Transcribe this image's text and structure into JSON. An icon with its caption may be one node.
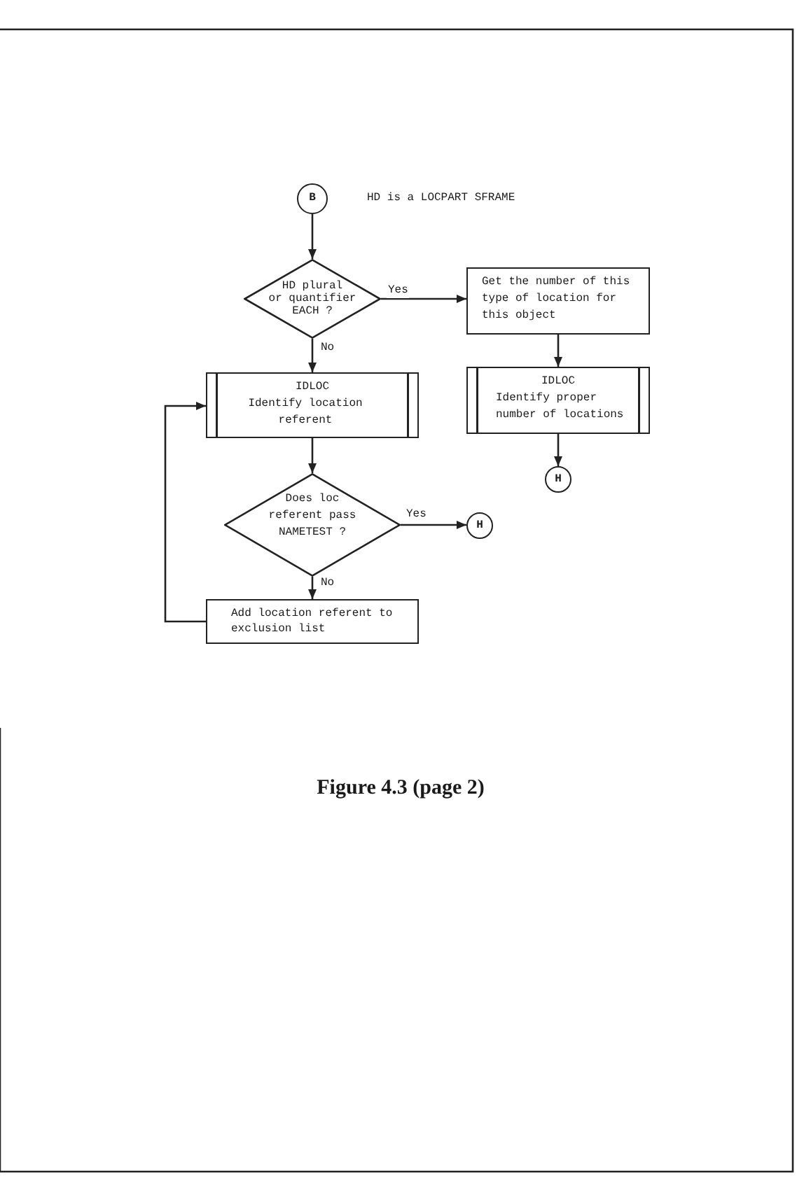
{
  "diagram": {
    "caption": "Figure 4.3 (page 2)",
    "nodes": [
      {
        "text": [
          "B"
        ],
        "beside": [
          "HD is a LOCPART SFRAME"
        ]
      },
      {
        "text": [
          "HD plural or quantifier EACH ?"
        ]
      },
      {
        "text": [
          "Get the number of this type of location for this object"
        ]
      },
      {
        "text": [
          "IDLOC",
          "Identify location referent"
        ]
      },
      {
        "text": [
          "IDLOC",
          "Identify proper number of locations"
        ]
      },
      {
        "text": [
          "H"
        ]
      },
      {
        "text": [
          "Does loc referent pass NAMETEST ?"
        ]
      },
      {
        "text": [
          "H"
        ]
      },
      {
        "text": [
          "Add location referent to exclusion list"
        ]
      }
    ],
    "edges": [
      {
        "from": 0,
        "to": 1,
        "arrow": "to"
      },
      {
        "from": 1,
        "to": 2,
        "arrow": "to",
        "label": "Yes"
      },
      {
        "from": 1,
        "to": 3,
        "arrow": "to",
        "label": "No"
      },
      {
        "from": 2,
        "to": 4,
        "arrow": "to"
      },
      {
        "from": 4,
        "to": 5,
        "arrow": "to"
      },
      {
        "from": 3,
        "to": 6,
        "arrow": "to"
      },
      {
        "from": 6,
        "to": 7,
        "arrow": "to",
        "label": "Yes"
      },
      {
        "from": 6,
        "to": 8,
        "arrow": "to",
        "label": "No"
      },
      {
        "from": 8,
        "to": 3,
        "arrow": "to"
      }
    ]
  }
}
